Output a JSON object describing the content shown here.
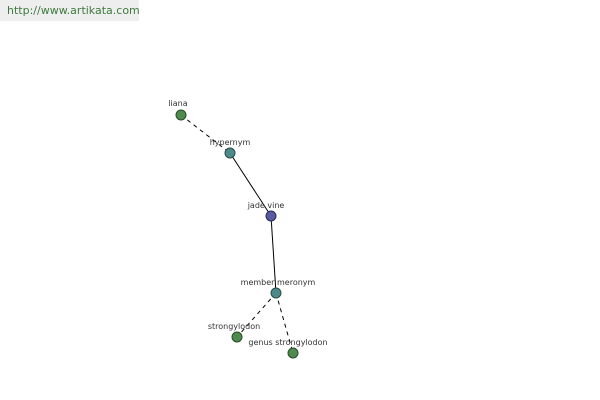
{
  "watermark": {
    "text": "http://www.artikata.com"
  },
  "graph": {
    "colors": {
      "background": "#ffffff",
      "edge": "#000000",
      "label": "#333333",
      "node_word": "#4f8a4f",
      "node_relation": "#4f8a8a",
      "node_focus": "#5a5aa0"
    },
    "nodes": {
      "liana": {
        "label": "liana",
        "kind": "word"
      },
      "hypernym": {
        "label": "hypernym",
        "kind": "relation"
      },
      "jade_vine": {
        "label": "jade vine",
        "kind": "focus"
      },
      "member_meronym": {
        "label": "member meronym",
        "kind": "relation"
      },
      "strongylodon": {
        "label": "strongylodon",
        "kind": "word"
      },
      "genus_strongylodon": {
        "label": "genus strongylodon",
        "kind": "word"
      }
    },
    "edges": [
      {
        "from": "liana",
        "to": "hypernym",
        "style": "dashed"
      },
      {
        "from": "hypernym",
        "to": "jade_vine",
        "style": "solid"
      },
      {
        "from": "jade_vine",
        "to": "member_meronym",
        "style": "solid"
      },
      {
        "from": "member_meronym",
        "to": "strongylodon",
        "style": "dashed"
      },
      {
        "from": "member_meronym",
        "to": "genus_strongylodon",
        "style": "dashed"
      }
    ]
  }
}
